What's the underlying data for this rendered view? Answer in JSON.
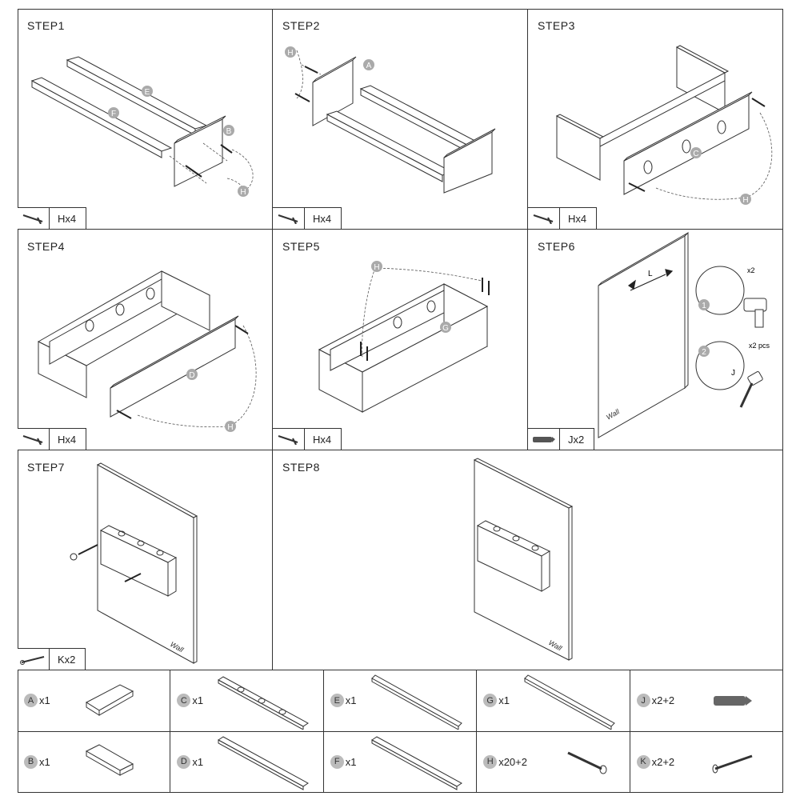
{
  "steps": [
    {
      "title": "STEP1",
      "qty": "Hx4",
      "icon": "screw-icon"
    },
    {
      "title": "STEP2",
      "qty": "Hx4",
      "icon": "screw-icon"
    },
    {
      "title": "STEP3",
      "qty": "Hx4",
      "icon": "screw-icon"
    },
    {
      "title": "STEP4",
      "qty": "Hx4",
      "icon": "screw-icon"
    },
    {
      "title": "STEP5",
      "qty": "Hx4",
      "icon": "screw-icon"
    },
    {
      "title": "STEP6",
      "qty": "Jx2",
      "icon": "anchor-icon"
    },
    {
      "title": "STEP7",
      "qty": "Kx2",
      "icon": "nail-icon"
    },
    {
      "title": "STEP8"
    }
  ],
  "labels": {
    "step1": [
      "E",
      "F",
      "B",
      "H"
    ],
    "step2": [
      "H",
      "A"
    ],
    "step3": [
      "C",
      "H"
    ],
    "step4": [
      "D",
      "H"
    ],
    "step5": [
      "H",
      "G"
    ],
    "step6": {
      "L": "L",
      "J": "J",
      "x2": "x2",
      "x2pcs": "x2 pcs",
      "one": "1",
      "two": "2",
      "wall": "Wall"
    },
    "step7": {
      "wall": "Wall"
    },
    "step8": {
      "wall": "Wall"
    }
  },
  "parts": [
    {
      "letter": "A",
      "qty": "x1"
    },
    {
      "letter": "C",
      "qty": "x1"
    },
    {
      "letter": "E",
      "qty": "x1"
    },
    {
      "letter": "G",
      "qty": "x1"
    },
    {
      "letter": "J",
      "qty": "x2+2"
    },
    {
      "letter": "B",
      "qty": "x1"
    },
    {
      "letter": "D",
      "qty": "x1"
    },
    {
      "letter": "F",
      "qty": "x1"
    },
    {
      "letter": "H",
      "qty": "x20+2"
    },
    {
      "letter": "K",
      "qty": "x2+2"
    }
  ]
}
